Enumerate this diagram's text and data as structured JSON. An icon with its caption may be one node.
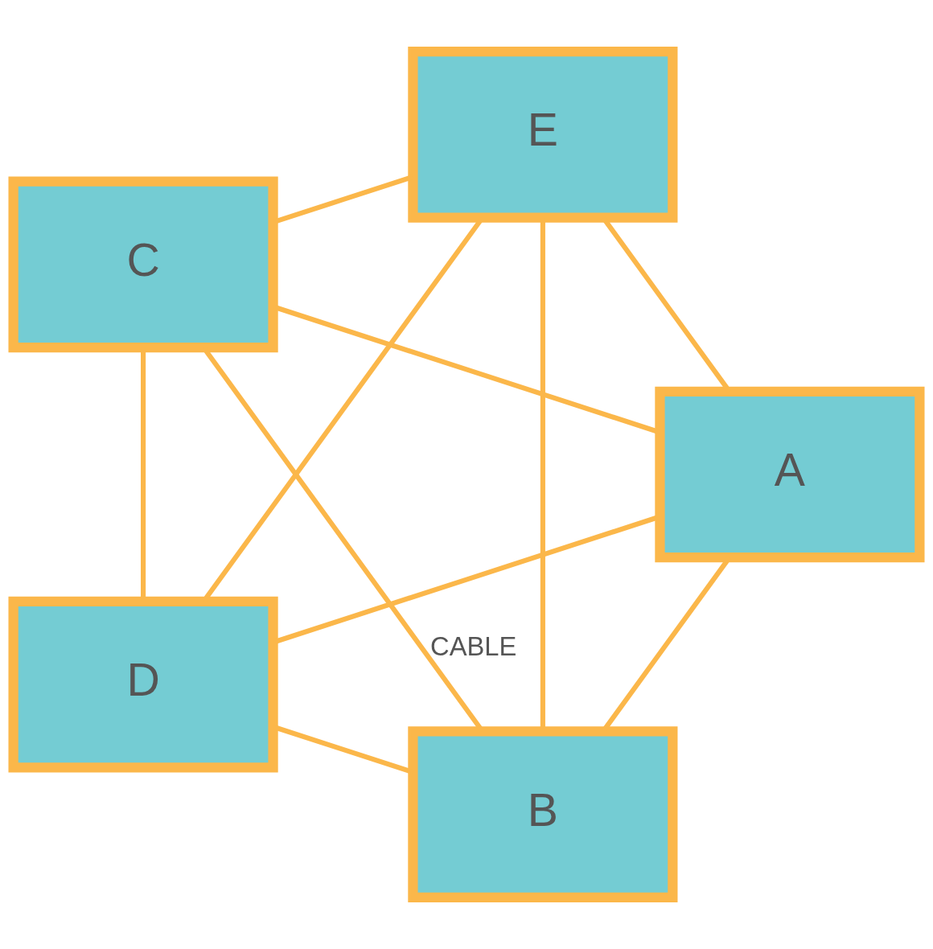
{
  "diagram": {
    "nodes": [
      {
        "text": [
          "B"
        ]
      },
      {
        "text": [
          "A"
        ]
      },
      {
        "text": [
          "C"
        ]
      },
      {
        "text": [
          "E"
        ]
      },
      {
        "text": [
          "D"
        ]
      }
    ],
    "edges": [
      {
        "from": 1,
        "to": 0,
        "arrow": "none"
      },
      {
        "from": 0,
        "to": 2,
        "arrow": "none",
        "label": "CABLE"
      },
      {
        "from": 1,
        "to": 2,
        "arrow": "none"
      },
      {
        "from": 1,
        "to": 4,
        "arrow": "none"
      },
      {
        "from": 1,
        "to": 3,
        "arrow": "none"
      },
      {
        "from": 0,
        "to": 3,
        "arrow": "none"
      },
      {
        "from": 0,
        "to": 4,
        "arrow": "none"
      },
      {
        "from": 2,
        "to": 3,
        "arrow": "none"
      },
      {
        "from": 2,
        "to": 4,
        "arrow": "none"
      },
      {
        "from": 3,
        "to": 4,
        "arrow": "none"
      }
    ]
  }
}
